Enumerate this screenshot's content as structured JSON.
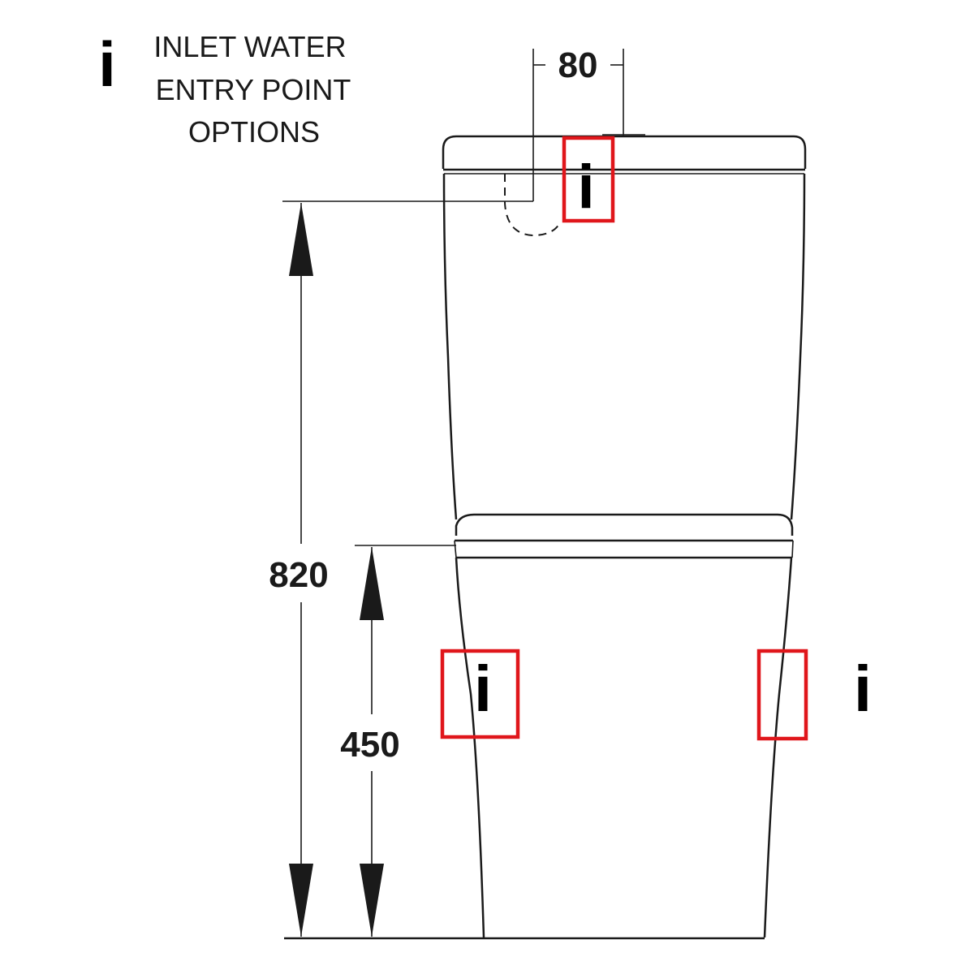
{
  "legend": {
    "icon_glyph": "i",
    "lines": [
      "INLET WATER",
      "ENTRY POINT",
      "OPTIONS"
    ]
  },
  "dimensions": {
    "inlet_offset": "80",
    "overall_height": "820",
    "seat_height": "450"
  },
  "inlet_markers": {
    "top": "i",
    "left": "i",
    "right": "i"
  },
  "colors": {
    "line": "#1a1a1a",
    "highlight": "#e0161b",
    "background": "#ffffff"
  },
  "icons": {
    "inlet_marker": "info-i-icon"
  }
}
